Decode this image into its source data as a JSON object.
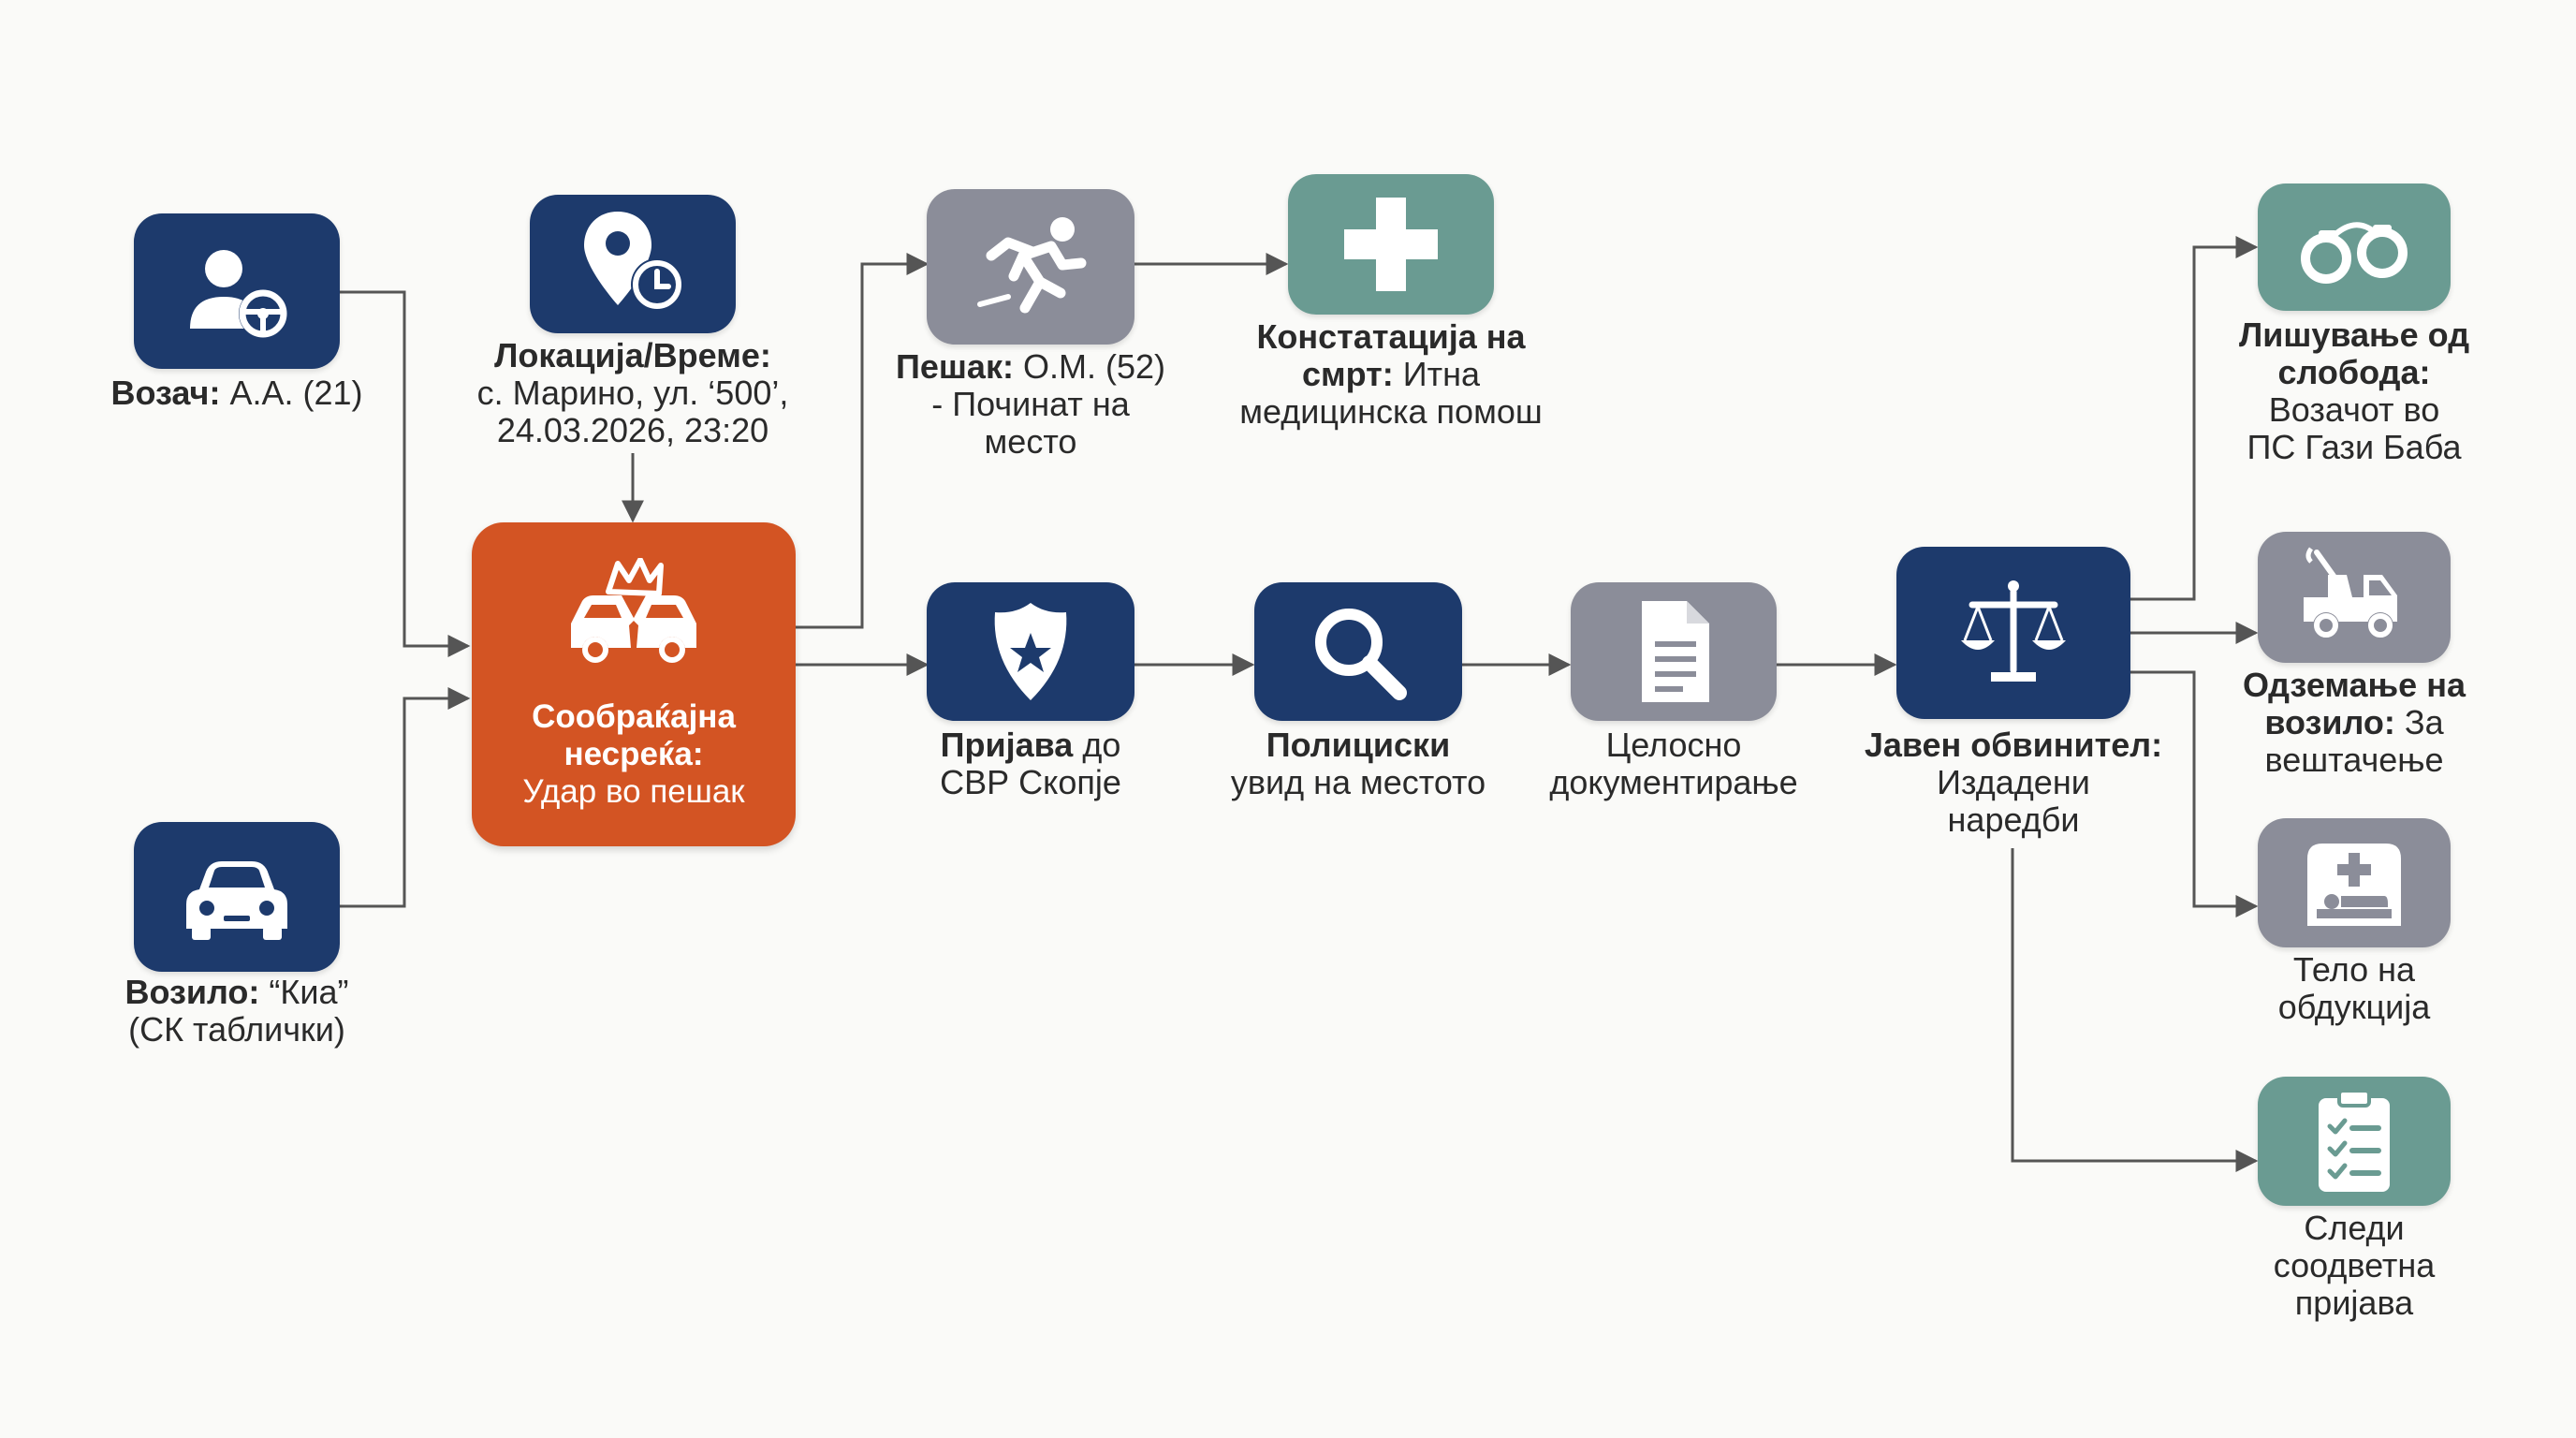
{
  "colors": {
    "navy": "#1d3a6c",
    "gray": "#8b8d99",
    "teal": "#6a9b92",
    "accident": "#d35423",
    "connector": "#555555"
  },
  "nodes": {
    "driver": {
      "icon": "driver-steering-wheel-icon",
      "bold": "Возач:",
      "text": " А.А. (21)"
    },
    "location": {
      "icon": "location-pin-clock-icon",
      "bold": "Локација/Време:",
      "line1": "с. Марино, ул. ‘500’,",
      "line2": "24.03.2026, 23:20"
    },
    "vehicle": {
      "icon": "car-icon",
      "bold": "Возило:",
      "text": " “Киа”",
      "line2": "(СК таблички)"
    },
    "accident": {
      "icon": "car-crash-icon",
      "bold_line1": "Сообраќајна",
      "bold_line2": "несреќа:",
      "line3": "Удар во пешак"
    },
    "pedestrian": {
      "icon": "falling-person-icon",
      "bold": "Пешак:",
      "text": " О.М. (52)",
      "line2": "- Починат на",
      "line3": "место"
    },
    "death": {
      "icon": "medical-cross-icon",
      "bold_line1": "Констатација на",
      "bold_line2": "смрт:",
      "text": " Итна",
      "line3": "медицинска помош"
    },
    "report": {
      "icon": "police-badge-icon",
      "bold": "Пријава",
      "text": " до",
      "line2": "СВР Скопје"
    },
    "inspection": {
      "icon": "magnifier-icon",
      "bold": "Полициски",
      "line2": "увид на местото"
    },
    "documentation": {
      "icon": "document-icon",
      "line1": "Целосно",
      "line2": "документирање"
    },
    "prosecutor": {
      "icon": "scales-of-justice-icon",
      "bold": "Јавен обвинител:",
      "line2": "Издадени",
      "line3": "наредби"
    },
    "detention": {
      "icon": "handcuffs-icon",
      "bold_line1": "Лишување од",
      "bold_line2": "слобода:",
      "line3": "Возачот во",
      "line4": "ПС Гази Баба"
    },
    "seizure": {
      "icon": "tow-truck-icon",
      "bold_line1": "Одземање на",
      "bold_line2": "возило:",
      "text": " За",
      "line3": "вештачење"
    },
    "autopsy": {
      "icon": "morgue-body-icon",
      "line1": "Тело на",
      "line2": "обдукција"
    },
    "followup": {
      "icon": "checklist-clipboard-icon",
      "line1": "Следи",
      "line2": "соодветна",
      "line3": "пријава"
    }
  }
}
